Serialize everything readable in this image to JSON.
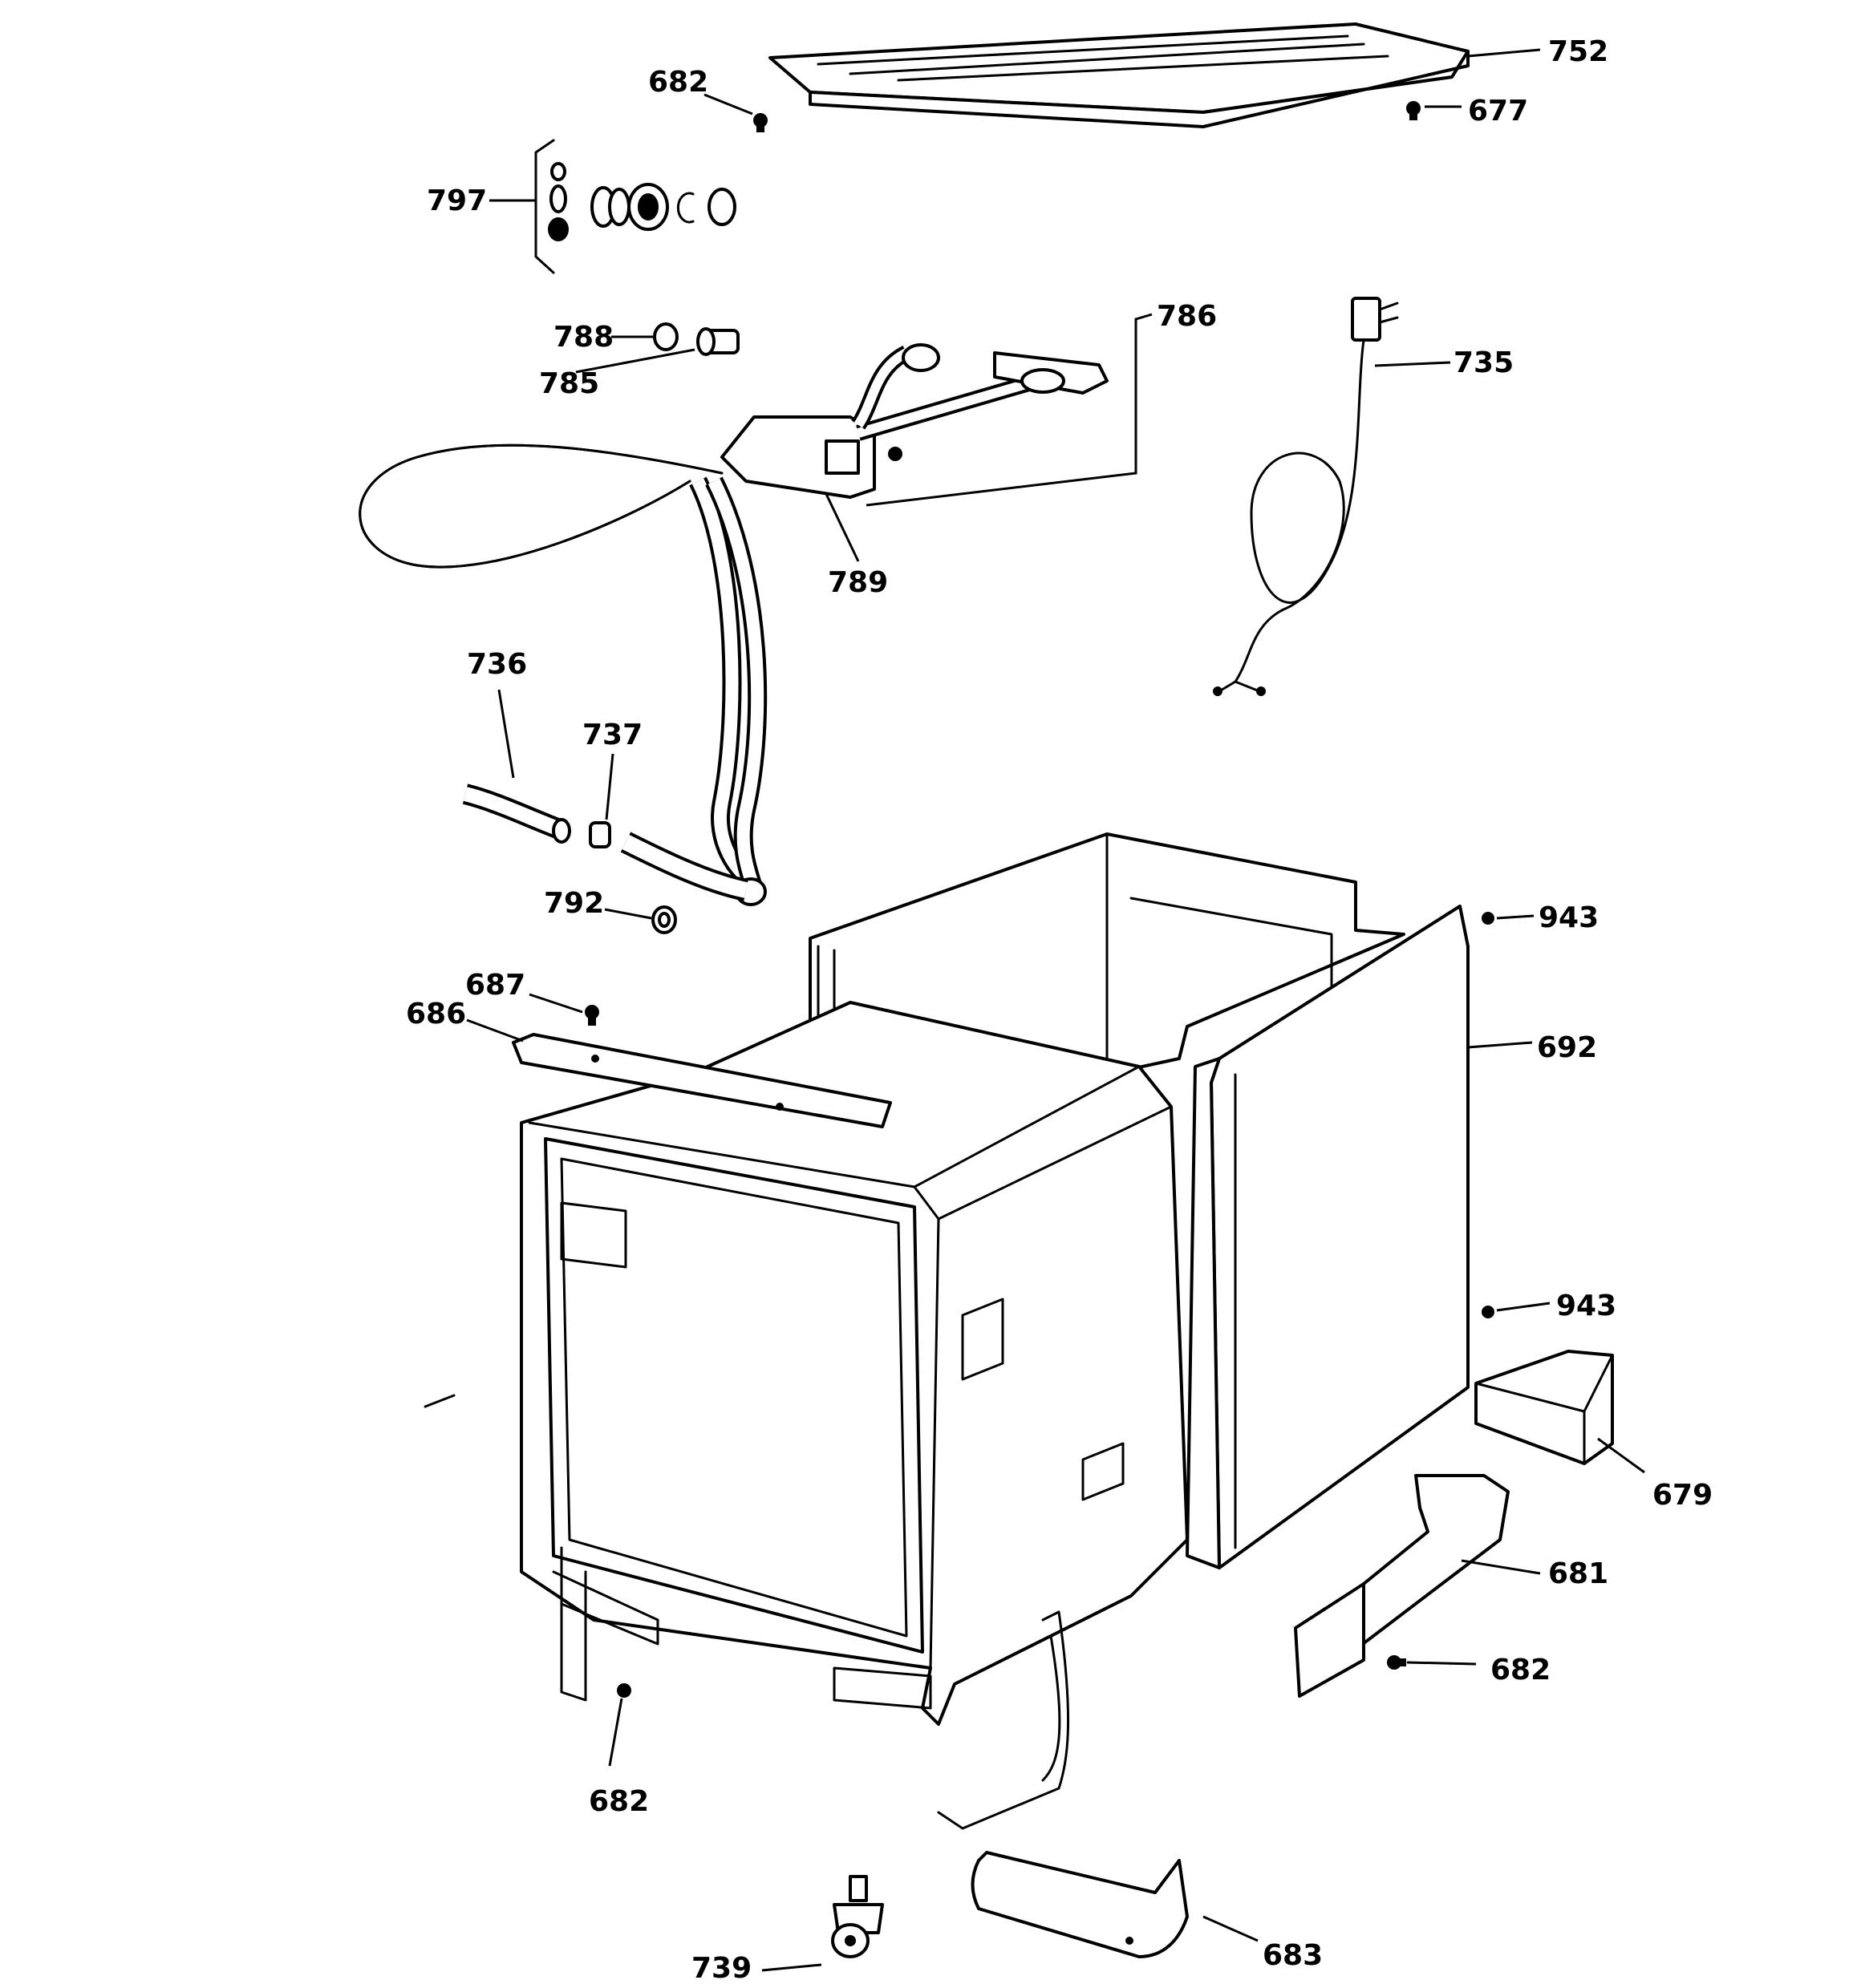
{
  "callouts": {
    "c752": "752",
    "c682_top": "682",
    "c677": "677",
    "c797": "797",
    "c786": "786",
    "c788": "788",
    "c785": "785",
    "c735": "735",
    "c789": "789",
    "c736": "736",
    "c737": "737",
    "c792": "792",
    "c943_top": "943",
    "c687": "687",
    "c686": "686",
    "c692": "692",
    "c943_mid": "943",
    "c679": "679",
    "c681": "681",
    "c682_right": "682",
    "c682_bottom": "682",
    "c739": "739",
    "c683": "683"
  },
  "style": {
    "line_color": "#000000",
    "background": "#ffffff"
  }
}
